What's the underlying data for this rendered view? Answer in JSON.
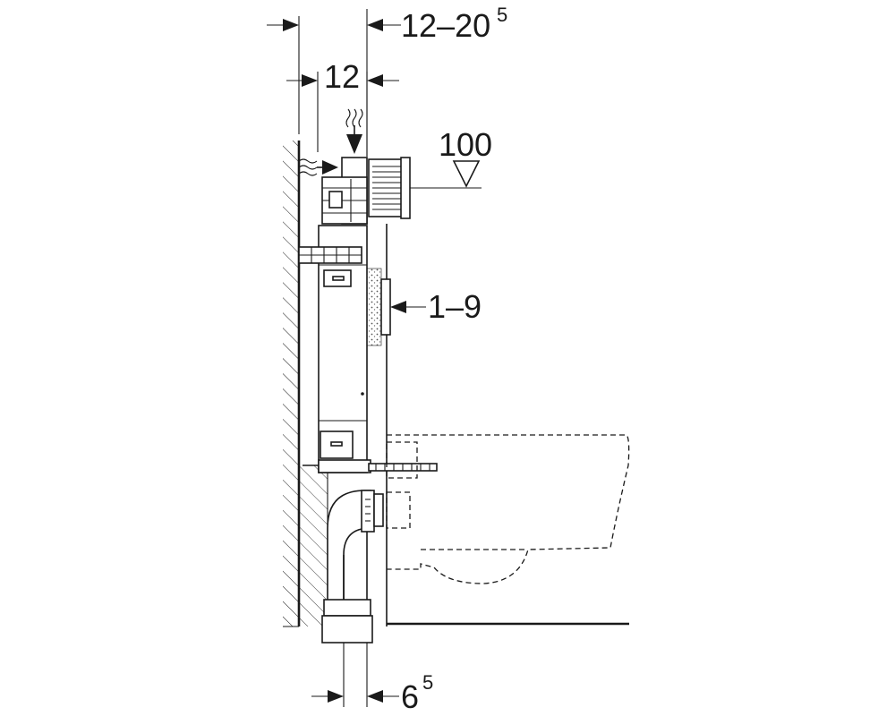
{
  "dimensions": {
    "top_offset": {
      "text": "12–20",
      "sup": "5"
    },
    "depth": {
      "text": "12"
    },
    "height": {
      "text": "100"
    },
    "adjust": {
      "text": "1–9"
    },
    "bottom_offset": {
      "text": "6",
      "sup": "5"
    }
  }
}
